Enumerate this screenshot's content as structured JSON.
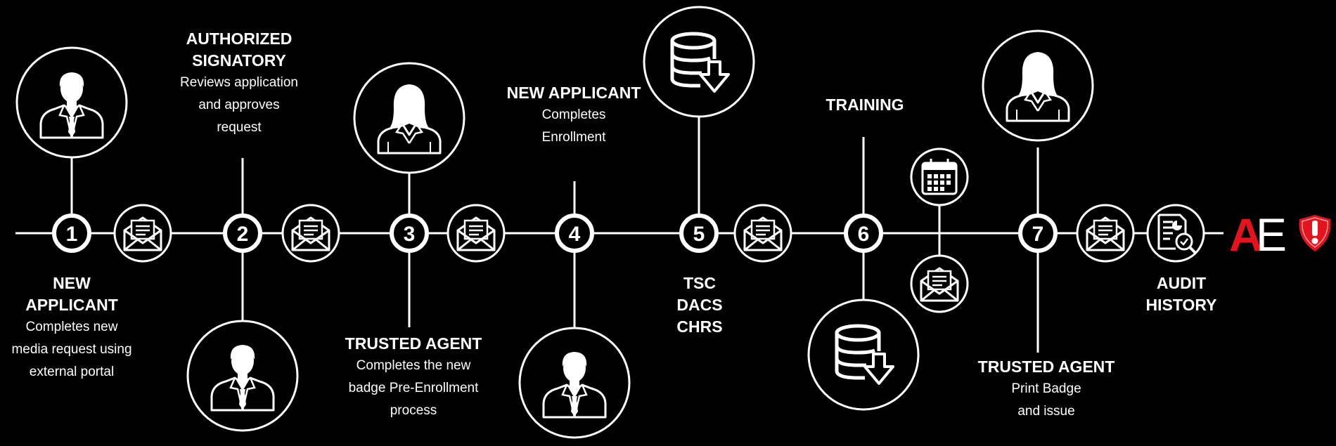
{
  "steps": [
    {
      "number": "1",
      "title_line1": "NEW",
      "title_line2": "APPLICANT",
      "desc_line1": "Completes new",
      "desc_line2": "media request using",
      "desc_line3": "external portal"
    },
    {
      "number": "2",
      "title_line1": "AUTHORIZED",
      "title_line2": "SIGNATORY",
      "desc_line1": "Reviews application",
      "desc_line2": "and approves",
      "desc_line3": "request"
    },
    {
      "number": "3",
      "title_line1": "TRUSTED AGENT",
      "desc_line1": "Completes the new",
      "desc_line2": "badge Pre-Enrollment",
      "desc_line3": "process"
    },
    {
      "number": "4",
      "title_line1": "NEW APPLICANT",
      "desc_line1": "Completes",
      "desc_line2": "Enrollment"
    },
    {
      "number": "5",
      "title_line1": "TSC",
      "title_line2": "DACS",
      "title_line3": "CHRS"
    },
    {
      "number": "6",
      "title_line1": "TRAINING"
    },
    {
      "number": "7",
      "title_line1": "TRUSTED AGENT",
      "desc_line1": "Print Badge",
      "desc_line2": "and issue"
    }
  ],
  "audit": {
    "title_line1": "AUDIT",
    "title_line2": "HISTORY"
  },
  "logo": {
    "letter_a": "A",
    "letter_e": "E"
  },
  "icons": {
    "male_person": "male-person-icon",
    "female_person": "female-person-icon",
    "email": "email-envelope-icon",
    "database": "database-download-icon",
    "calendar": "calendar-icon",
    "audit": "audit-document-icon",
    "shield": "shield-alert-icon"
  },
  "colors": {
    "background": "#000000",
    "foreground": "#ffffff",
    "brand_red": "#e3141d"
  }
}
